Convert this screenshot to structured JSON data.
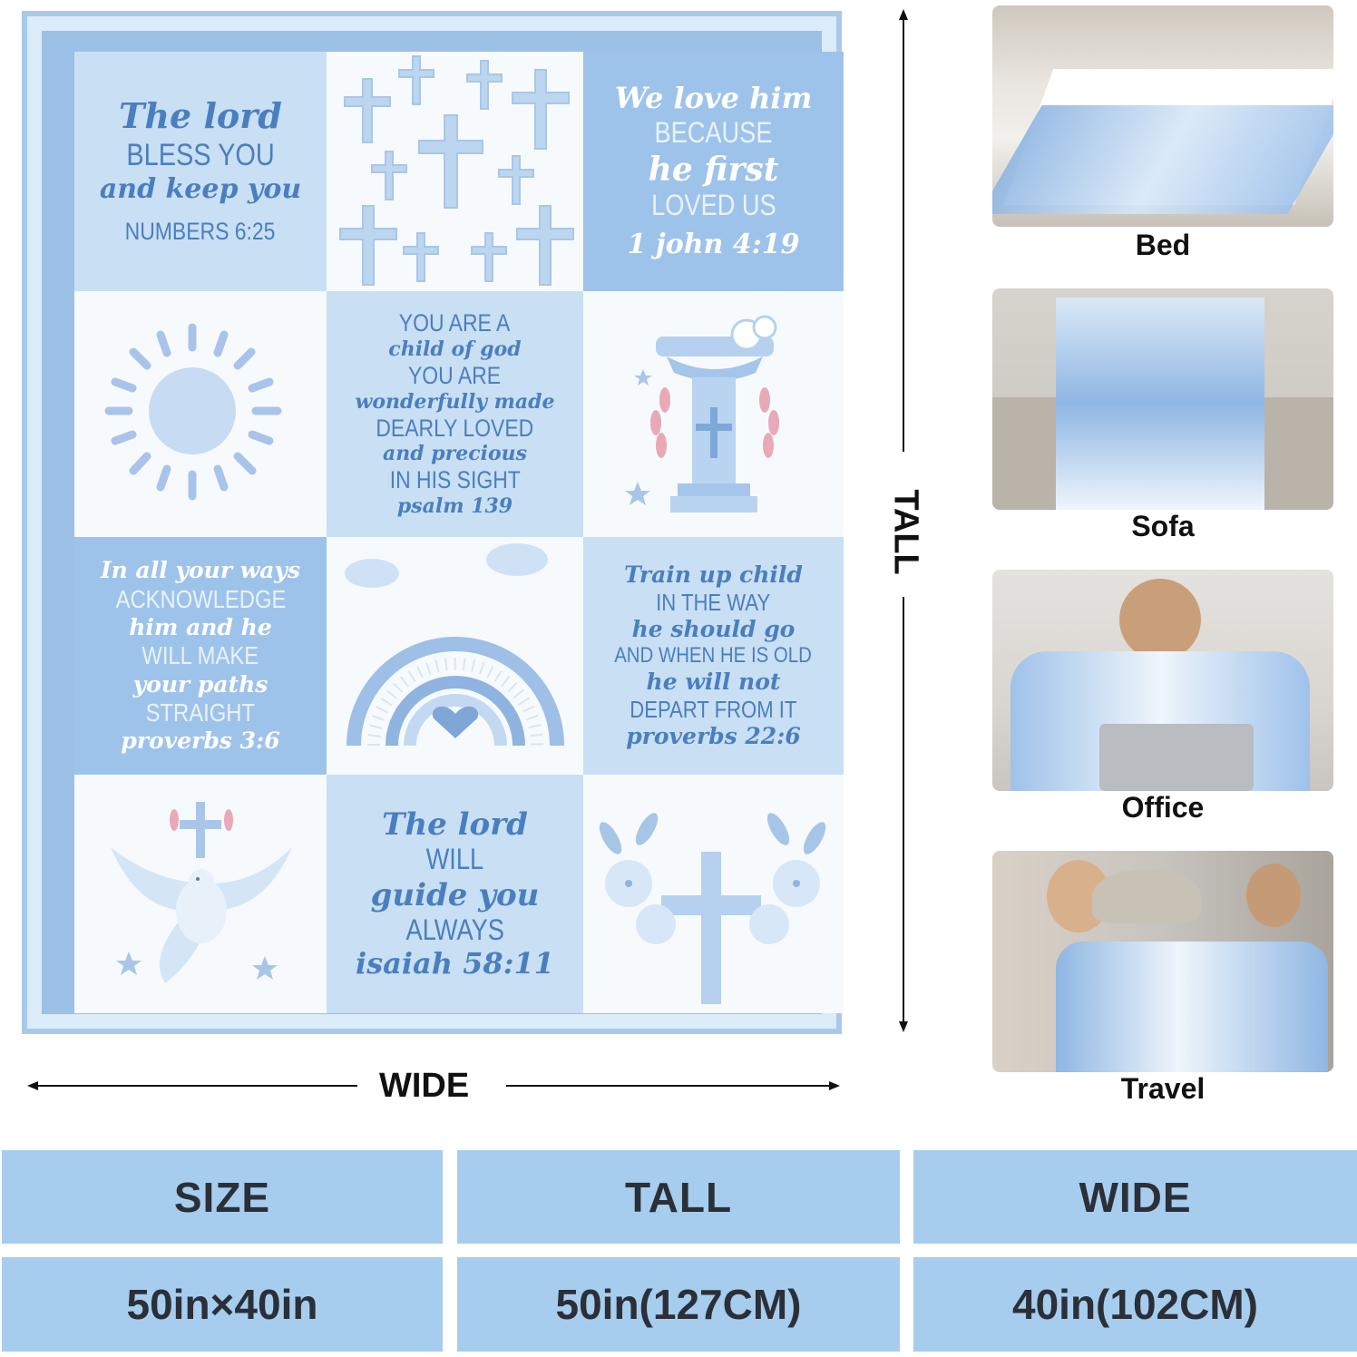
{
  "blanket": {
    "tiles": [
      {
        "lines": [
          "The lord",
          "BLESS YOU",
          "and keep you",
          "NUMBERS 6:25"
        ]
      },
      {
        "lines": []
      },
      {
        "lines": [
          "We love him",
          "BECAUSE",
          "he first",
          "LOVED US",
          "1 john 4:19"
        ]
      },
      {
        "lines": []
      },
      {
        "lines": [
          "YOU ARE A",
          "child of god",
          "YOU ARE",
          "wonderfully made",
          "DEARLY LOVED",
          "and precious",
          "IN HIS SIGHT",
          "psalm 139"
        ]
      },
      {
        "lines": []
      },
      {
        "lines": [
          "In all your ways",
          "ACKNOWLEDGE",
          "him and he",
          "WILL MAKE",
          "your paths",
          "STRAIGHT",
          "proverbs 3:6"
        ]
      },
      {
        "lines": []
      },
      {
        "lines": [
          "Train up child",
          "IN THE WAY",
          "he should go",
          "AND WHEN HE IS OLD",
          "he will not",
          "DEPART FROM IT",
          "proverbs 22:6"
        ]
      },
      {
        "lines": []
      },
      {
        "lines": [
          "The lord",
          "WILL",
          "guide you",
          "ALWAYS",
          "isaiah 58:11"
        ]
      },
      {
        "lines": []
      }
    ]
  },
  "dimensions": {
    "tall_label": "TALL",
    "wide_label": "WIDE"
  },
  "scenes": [
    {
      "label": "Bed",
      "icon": "bed-photo"
    },
    {
      "label": "Sofa",
      "icon": "sofa-photo"
    },
    {
      "label": "Office",
      "icon": "office-photo"
    },
    {
      "label": "Travel",
      "icon": "travel-photo"
    }
  ],
  "size_table": {
    "headers": [
      "SIZE",
      "TALL",
      "WIDE"
    ],
    "values": [
      "50in×40in",
      "50in(127CM)",
      "40in(102CM)"
    ]
  },
  "colors": {
    "accent": "#9ec3ea",
    "light": "#c9dff3",
    "ink": "#4a7fbf",
    "table": "#a6cdee"
  }
}
